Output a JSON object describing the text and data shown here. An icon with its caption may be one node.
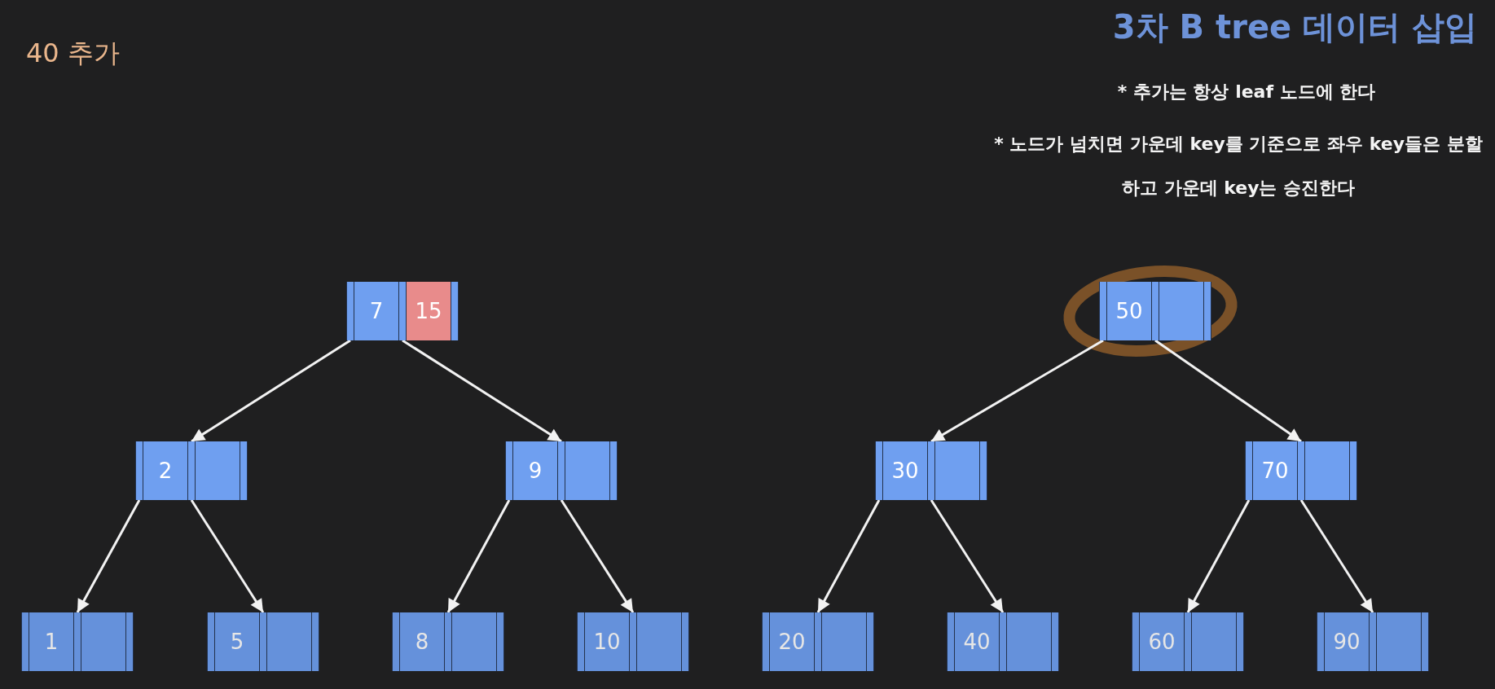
{
  "diagram": {
    "title": "3차 B tree 데이터 삽입",
    "nodes": [
      {
        "text": [
          "7",
          "15"
        ]
      },
      {
        "text": [
          "50"
        ]
      },
      {
        "text": [
          "2"
        ]
      },
      {
        "text": [
          "9"
        ]
      },
      {
        "text": [
          "30"
        ]
      },
      {
        "text": [
          "70"
        ]
      },
      {
        "text": [
          "1"
        ]
      },
      {
        "text": [
          "5"
        ]
      },
      {
        "text": [
          "8"
        ]
      },
      {
        "text": [
          "10"
        ]
      },
      {
        "text": [
          "20"
        ]
      },
      {
        "text": [
          "40"
        ]
      },
      {
        "text": [
          "60"
        ]
      },
      {
        "text": [
          "90"
        ]
      }
    ],
    "edges": [
      {
        "from": 0,
        "to": 2,
        "arrow": "to"
      },
      {
        "from": 0,
        "to": 3,
        "arrow": "to"
      },
      {
        "from": 1,
        "to": 4,
        "arrow": "to"
      },
      {
        "from": 1,
        "to": 5,
        "arrow": "to"
      },
      {
        "from": 2,
        "to": 6,
        "arrow": "to"
      },
      {
        "from": 2,
        "to": 7,
        "arrow": "to"
      },
      {
        "from": 3,
        "to": 8,
        "arrow": "to"
      },
      {
        "from": 3,
        "to": 9,
        "arrow": "to"
      },
      {
        "from": 4,
        "to": 10,
        "arrow": "to"
      },
      {
        "from": 4,
        "to": 11,
        "arrow": "to"
      },
      {
        "from": 5,
        "to": 12,
        "arrow": "to"
      },
      {
        "from": 5,
        "to": 13,
        "arrow": "to"
      }
    ],
    "labels": [
      "40 추가",
      "* 추가는 항상 leaf 노드에 한다",
      "* 노드가 넘치면 가운데 key를 기준으로 좌우 key들은 분할하고 가운데 key는 승진한다"
    ]
  }
}
